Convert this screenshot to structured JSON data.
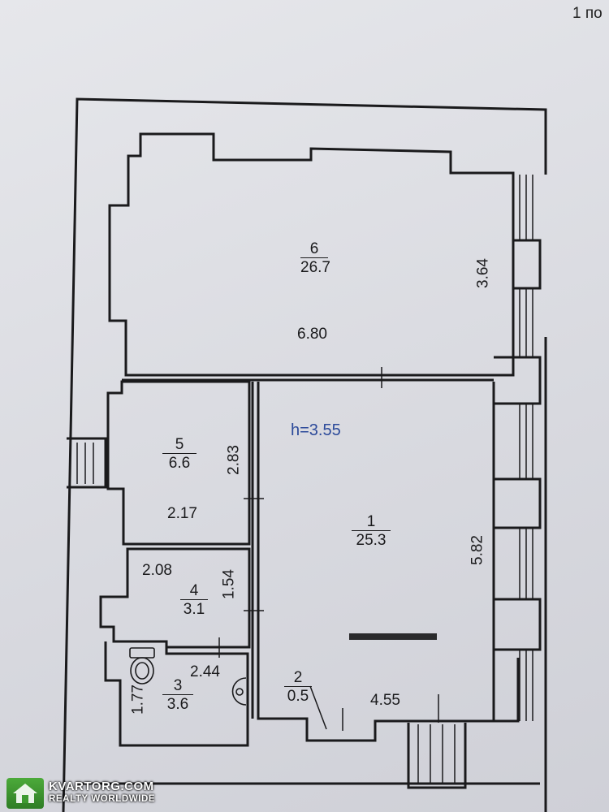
{
  "page_label": "1 по",
  "ceiling_height": "h=3.55",
  "rooms": [
    {
      "number": "6",
      "area": "26.7"
    },
    {
      "number": "5",
      "area": "6.6"
    },
    {
      "number": "4",
      "area": "3.1"
    },
    {
      "number": "3",
      "area": "3.6"
    },
    {
      "number": "1",
      "area": "25.3"
    },
    {
      "number": "2",
      "area": "0.5"
    }
  ],
  "dimensions": {
    "room6_width": "6.80",
    "room6_height": "3.64",
    "room5_height": "2.83",
    "room5_width": "2.17",
    "room4_width": "2.08",
    "room4_height": "1.54",
    "room3_width": "2.44",
    "room3_height": "1.77",
    "room1_height": "5.82",
    "room1_width": "4.55"
  },
  "watermark": {
    "title": "KVARTORG.COM",
    "subtitle": "REALTY WORLDWIDE"
  },
  "colors": {
    "line": "#1a1a1c",
    "height_label": "#2c4a9a",
    "watermark_green": "#3d9a30"
  }
}
